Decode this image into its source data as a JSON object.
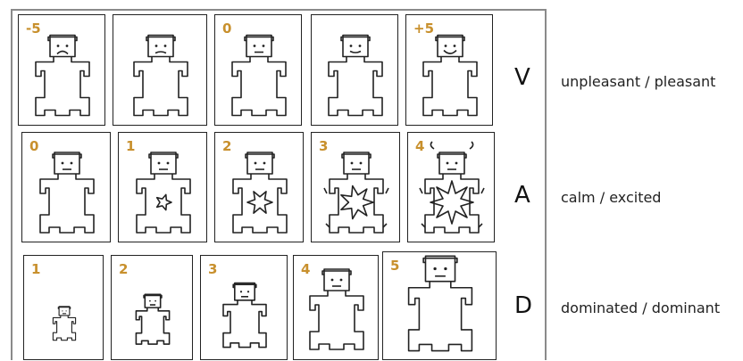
{
  "scales": [
    {
      "letter": "V",
      "label": "unpleasant  / pleasant",
      "anchors": [
        "-5",
        "",
        "0",
        "",
        "+5"
      ],
      "mouth": [
        "frown",
        "slight-frown",
        "neutral",
        "slight-smile",
        "smile"
      ]
    },
    {
      "letter": "A",
      "label": "calm  / excited",
      "anchors": [
        "0",
        "1",
        "2",
        "3",
        "4"
      ],
      "burst": [
        0,
        1,
        2,
        3,
        4
      ]
    },
    {
      "letter": "D",
      "label": "dominated /  dominant",
      "anchors": [
        "1",
        "2",
        "3",
        "4",
        "5"
      ],
      "figure_scale": [
        0.45,
        0.62,
        0.8,
        1.0,
        1.15
      ]
    }
  ],
  "colors": {
    "anchor": "#c8902d",
    "stroke": "#222222",
    "frame": "#8a8a8a"
  }
}
